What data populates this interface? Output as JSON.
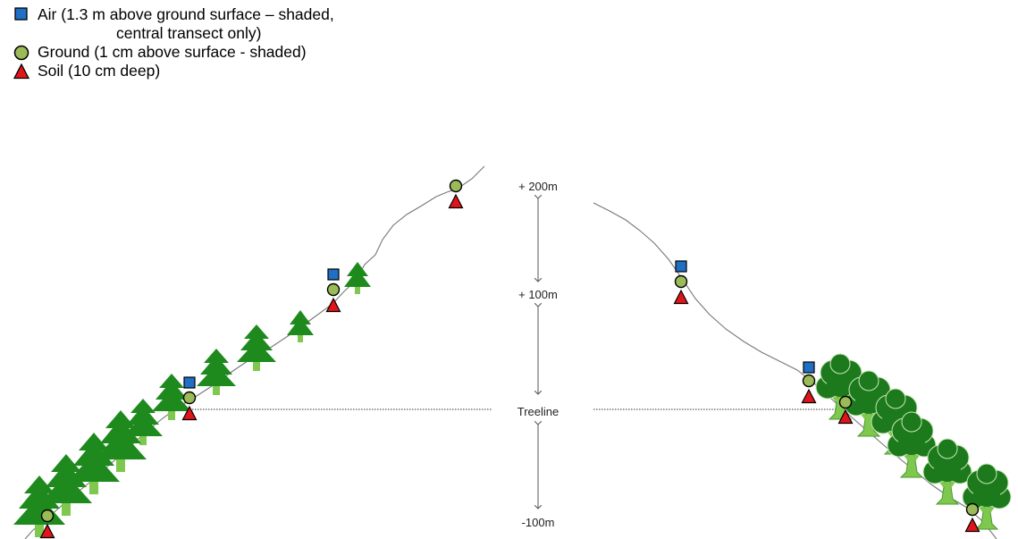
{
  "legend": {
    "items": [
      {
        "marker": "blue-square",
        "color": "#1f6fc4",
        "text": "Air (1.3 m above ground surface – shaded,",
        "continuation": "central transect only)"
      },
      {
        "marker": "green-circle",
        "color": "#9bbb59",
        "text": "Ground (1 cm above surface - shaded)"
      },
      {
        "marker": "red-triangle",
        "color": "#e0141b",
        "text": "Soil (10 cm deep)"
      }
    ]
  },
  "elevations": {
    "plus200": "+ 200m",
    "plus100": "+ 100m",
    "treeline": "Treeline",
    "minus100": "-100m"
  },
  "colors": {
    "conifer": "#1e8a1e",
    "broadleaf": "#1c7a1c",
    "trunk": "#7ec850",
    "slope_line": "#777777"
  }
}
